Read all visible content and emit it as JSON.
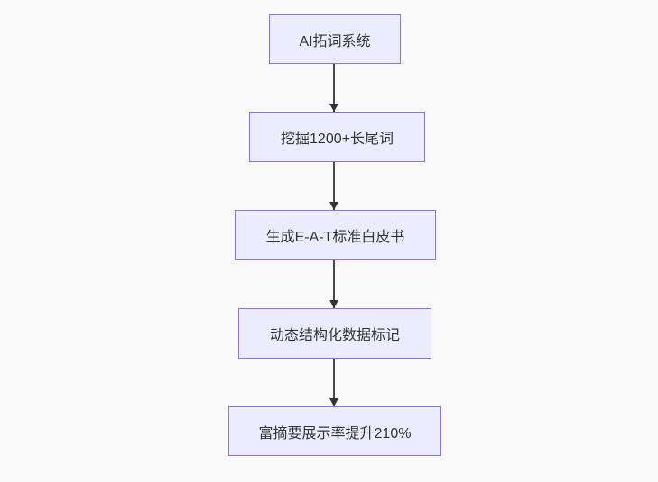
{
  "diagram": {
    "type": "flowchart",
    "direction": "top-down",
    "nodes": [
      {
        "id": "node-1",
        "label": "AI拓词系统"
      },
      {
        "id": "node-2",
        "label": "挖掘1200+长尾词"
      },
      {
        "id": "node-3",
        "label": "生成E-A-T标准白皮书"
      },
      {
        "id": "node-4",
        "label": "动态结构化数据标记"
      },
      {
        "id": "node-5",
        "label": "富摘要展示率提升210%"
      }
    ],
    "edges": [
      {
        "from": "node-1",
        "to": "node-2"
      },
      {
        "from": "node-2",
        "to": "node-3"
      },
      {
        "from": "node-3",
        "to": "node-4"
      },
      {
        "from": "node-4",
        "to": "node-5"
      }
    ],
    "colors": {
      "node_fill": "#ECECFF",
      "node_border": "#9370DB",
      "edge_line": "#4a4a4a",
      "arrowhead": "#333333",
      "text": "#333333",
      "background": "#f9f9f9"
    }
  }
}
